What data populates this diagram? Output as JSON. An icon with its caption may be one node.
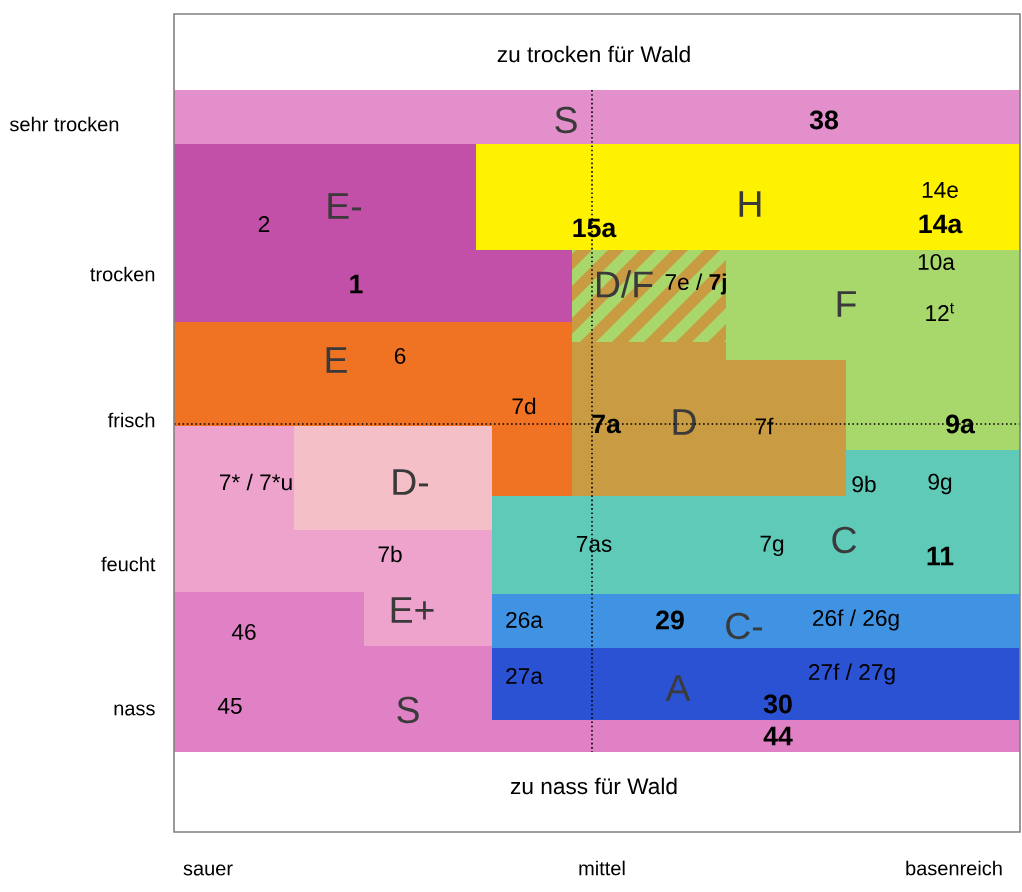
{
  "diagram": {
    "nodes": [
      {
        "text": [
          "zu trocken für Wald"
        ]
      },
      {
        "text": [
          "S",
          "38"
        ]
      },
      {
        "text": [
          "2",
          "E-",
          "1"
        ]
      },
      {
        "text": [
          "15a",
          "H",
          "14e",
          "14a"
        ]
      },
      {
        "text": [
          "D/F",
          "7e / **7j**"
        ]
      },
      {
        "text": [
          "10a",
          "F",
          "12$^{t}$",
          "9a"
        ]
      },
      {
        "text": [
          "E",
          "6",
          "7d"
        ]
      },
      {
        "text": [
          "7a",
          "D",
          "7f"
        ]
      },
      {
        "text": [
          "D-"
        ]
      },
      {
        "text": [
          "7* / 7*u",
          "7b",
          "E+"
        ]
      },
      {
        "text": [
          "9b",
          "9g",
          "7as",
          "7g",
          "C",
          "11"
        ]
      },
      {
        "text": [
          "26a",
          "29",
          "C-",
          "26f / 26g"
        ]
      },
      {
        "text": [
          "27a",
          "A",
          "27f / 27g",
          "30"
        ]
      },
      {
        "text": [
          "46",
          "45",
          "S",
          "44"
        ]
      },
      {
        "text": [
          "zu nass für Wald"
        ]
      }
    ],
    "labels": [
      "sehr trocken",
      "trocken",
      "frisch",
      "feucht",
      "nass",
      "sauer",
      "mittel",
      "basenreich"
    ]
  }
}
